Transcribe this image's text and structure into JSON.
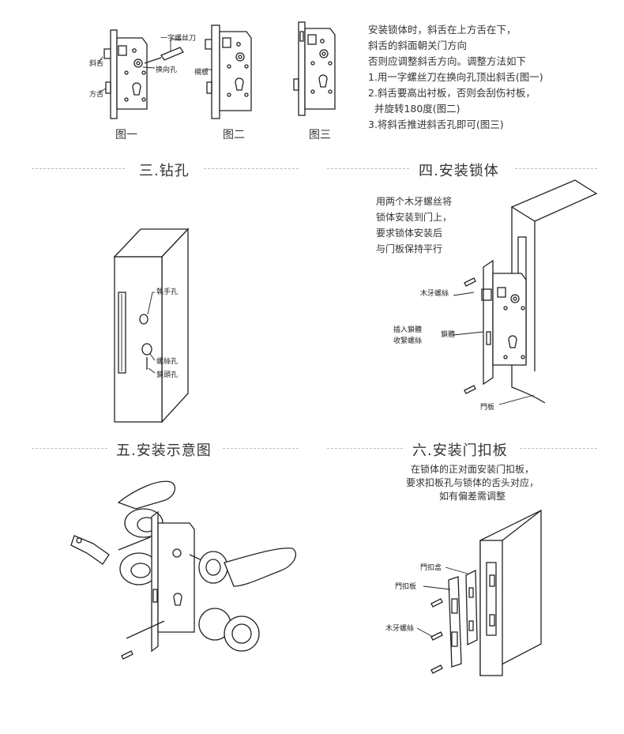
{
  "top": {
    "fig1": {
      "caption": "图一",
      "labels": {
        "screwdriver": "一字螺丝刀",
        "reverse_hole": "换向孔",
        "latch": "斜舌",
        "deadbolt": "方舌"
      }
    },
    "fig2": {
      "caption": "图二",
      "labels": {
        "lining": "襯板"
      }
    },
    "fig3": {
      "caption": "图三"
    },
    "instructions": [
      "安装锁体时，斜舌在上方舌在下，",
      "斜舌的斜面朝关门方向",
      "否则应调整斜舌方向。调整方法如下",
      "1.用一字螺丝刀在换向孔顶出斜舌(图一)",
      "2.斜舌要高出衬板，否则会刮伤衬板，",
      "  并旋转180度(图二)",
      "3.将斜舌推进斜舌孔即可(图三)"
    ]
  },
  "sections": {
    "drill": {
      "title": "三.钻孔",
      "labels": {
        "handle_hole": "執手孔",
        "screw_hole": "螺絲孔",
        "cylinder_hole": "鎖頭孔"
      }
    },
    "install_body": {
      "title": "四.安装锁体",
      "text": [
        "用两个木牙螺丝将",
        "锁体安装到门上，",
        "要求锁体安装后",
        "与门板保持平行"
      ],
      "labels": {
        "wood_screw": "木牙螺絲",
        "insert": "插入鎖體",
        "tighten": "收緊螺絲",
        "lock_body": "鎖體",
        "door": "門板"
      }
    },
    "diagram": {
      "title": "五.安装示意图"
    },
    "strike": {
      "title": "六.安装门扣板",
      "text": [
        "在锁体的正对面安装门扣板，",
        "要求扣板孔与锁体的舌头对应，",
        "如有偏差需调整"
      ],
      "labels": {
        "strike_box": "門扣盒",
        "strike_plate": "門扣板",
        "wood_screw": "木牙螺絲"
      }
    }
  }
}
